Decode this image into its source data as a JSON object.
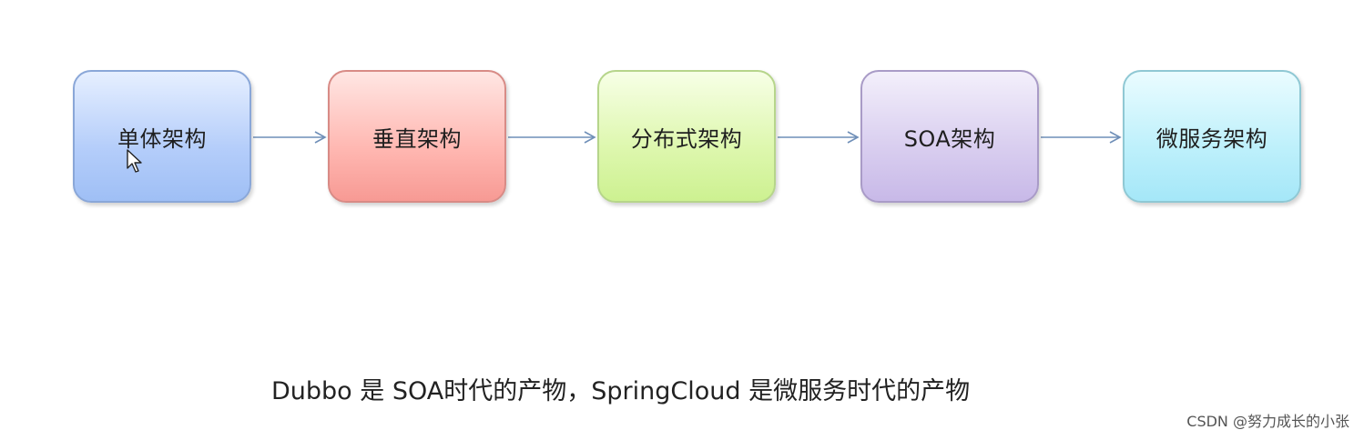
{
  "diagram": {
    "nodes": [
      {
        "label": "单体架构",
        "color": "#b4cdfa"
      },
      {
        "label": "垂直架构",
        "color": "#ffb7b1"
      },
      {
        "label": "分布式架构",
        "color": "#ddf7ad"
      },
      {
        "label": "SOA架构",
        "color": "#d8cdef"
      },
      {
        "label": "微服务架构",
        "color": "#bdf0fb"
      }
    ],
    "edges": [
      {
        "from": "单体架构",
        "to": "垂直架构"
      },
      {
        "from": "垂直架构",
        "to": "分布式架构"
      },
      {
        "from": "分布式架构",
        "to": "SOA架构"
      },
      {
        "from": "SOA架构",
        "to": "微服务架构"
      }
    ],
    "arrow_color": "#6f8fb8"
  },
  "caption": "Dubbo 是 SOA时代的产物，SpringCloud 是微服务时代的产物",
  "watermark": "CSDN @努力成长的小张",
  "icons": {
    "cursor": "mouse-pointer-icon"
  }
}
